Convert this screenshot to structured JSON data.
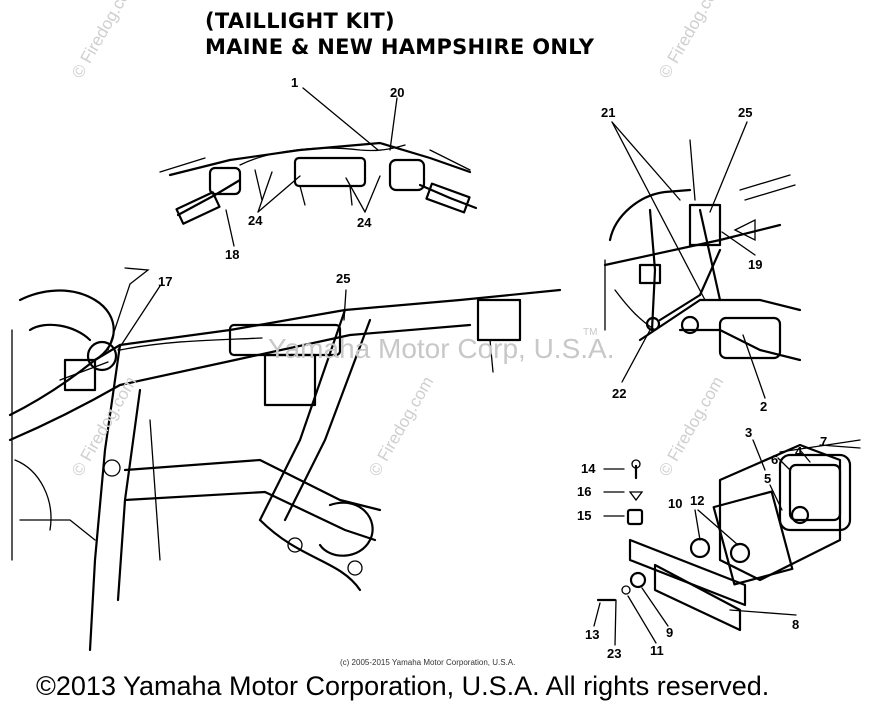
{
  "title": {
    "line1": "(TAILLIGHT KIT)",
    "line2": "MAINE & NEW HAMPSHIRE ONLY"
  },
  "callouts": {
    "c1": "1",
    "c20": "20",
    "c24a": "24",
    "c24b": "24",
    "c18": "18",
    "c17": "17",
    "c25a": "25",
    "c21": "21",
    "c25b": "25",
    "c19": "19",
    "c22": "22",
    "c2": "2",
    "c3": "3",
    "c7": "7",
    "c6": "6",
    "c4": "4",
    "c5": "5",
    "c14": "14",
    "c16": "16",
    "c15": "15",
    "c10": "10",
    "c12": "12",
    "c8": "8",
    "c13": "13",
    "c23": "23",
    "c11": "11",
    "c9": "9"
  },
  "watermarks": {
    "firedog": "© Firedog.com",
    "corp": "Yamaha Motor Corp, U.S.A.",
    "tm": "TM"
  },
  "footer": {
    "small_copyright": "(c) 2005-2015 Yamaha Motor Corporation, U.S.A.",
    "copyright": "©2013 Yamaha Motor Corporation, U.S.A. All rights reserved."
  }
}
